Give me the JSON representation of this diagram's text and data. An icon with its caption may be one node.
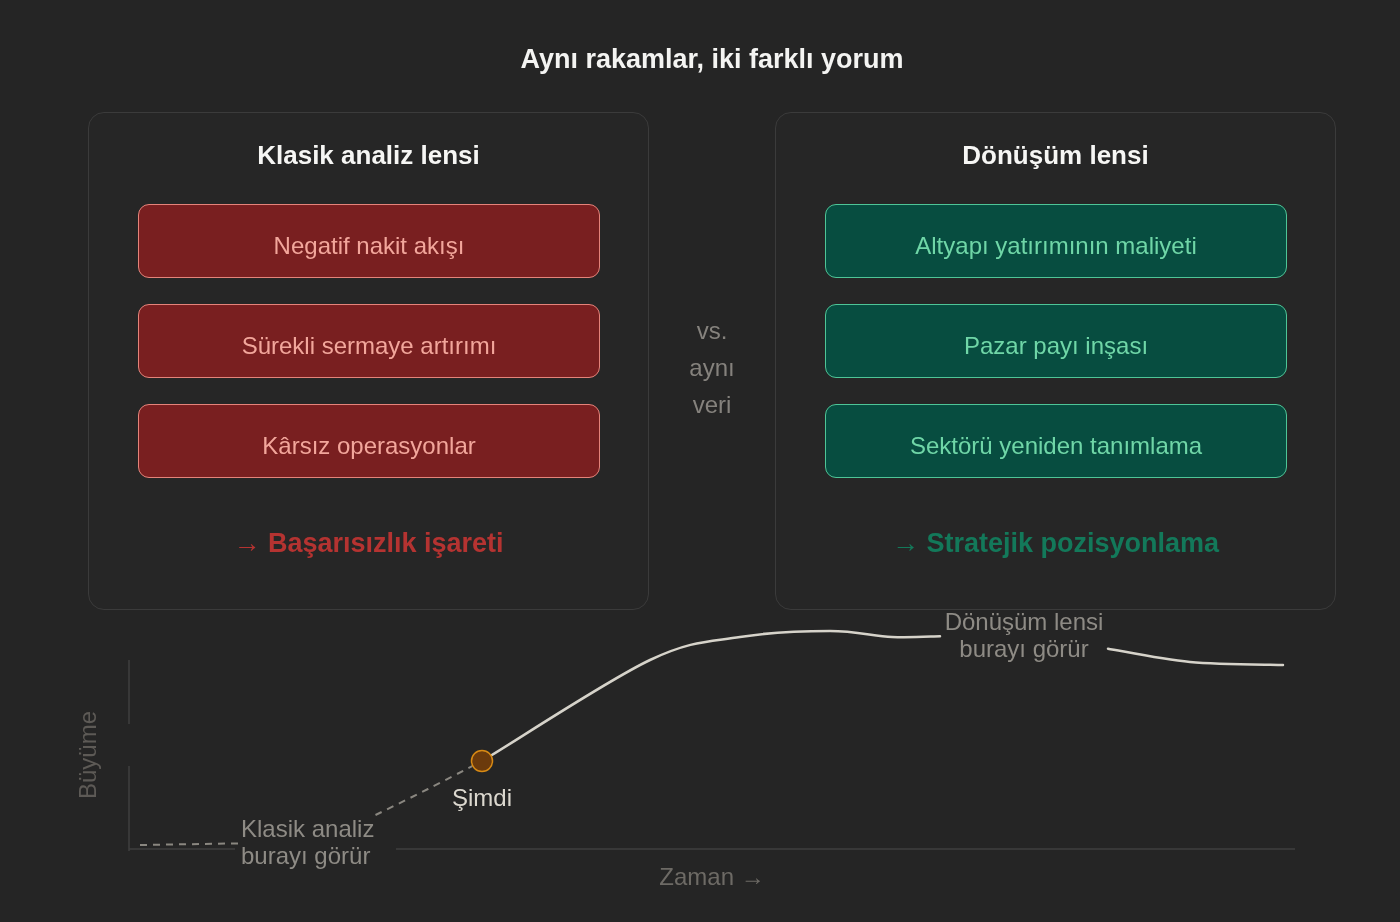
{
  "diagram": {
    "title": "Aynı rakamlar, iki farklı yorum",
    "nodes": [
      {
        "text": [
          "Klasik analiz lensi",
          "→ Başarısızlık işareti"
        ]
      },
      {
        "text": [
          "Negatif nakit akışı"
        ],
        "in": 0
      },
      {
        "text": [
          "Sürekli sermaye artırımı"
        ],
        "in": 0
      },
      {
        "text": [
          "Kârsız operasyonlar"
        ],
        "in": 0
      },
      {
        "text": [
          "Dönüşüm lensi",
          "→ Stratejik pozisyonlama"
        ]
      },
      {
        "text": [
          "Altyapı yatırımının maliyeti"
        ],
        "in": 4
      },
      {
        "text": [
          "Pazar payı inşası"
        ],
        "in": 4
      },
      {
        "text": [
          "Sektörü yeniden tanımlama"
        ],
        "in": 4
      },
      {
        "text": [
          "Klasik analiz burayı görür"
        ]
      },
      {
        "text": [],
        "shape": "circle",
        "beside": [
          "Şimdi"
        ]
      },
      {
        "text": [
          "Dönüşüm lensi burayı görür"
        ]
      }
    ],
    "edges": [
      {
        "from": null,
        "to": 8,
        "arrow": "none",
        "style": "dashed",
        "color": "#8a8780"
      },
      {
        "from": 8,
        "to": 9,
        "arrow": "none",
        "style": "dashed",
        "color": "#8a8780"
      },
      {
        "from": 9,
        "to": 10,
        "arrow": "none"
      },
      {
        "from": 10,
        "to": null,
        "arrow": "none"
      }
    ],
    "labels": [
      "vs. aynı veri",
      "Büyüme",
      "Zaman →"
    ]
  }
}
